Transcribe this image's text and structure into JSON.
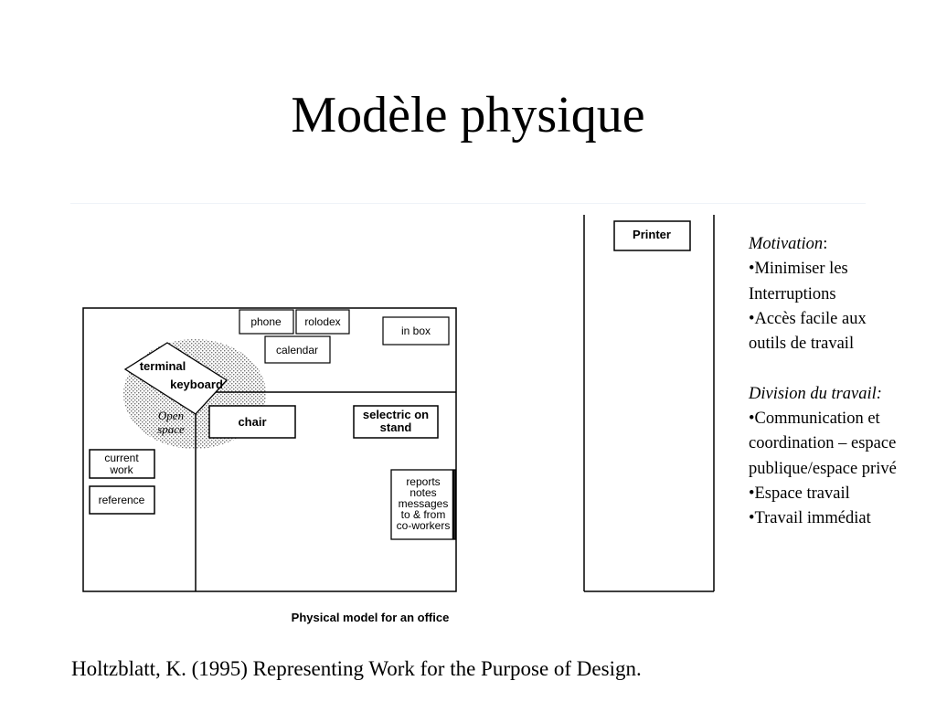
{
  "slide": {
    "title": "Modèle physique",
    "citation": "Holtzblatt, K.  (1995)  Representing Work for the Purpose of Design."
  },
  "diagram": {
    "labels": {
      "printer": "Printer",
      "phone": "phone",
      "rolodex": "rolodex",
      "calendar": "calendar",
      "inbox": "in box",
      "terminal": "terminal",
      "keyboard": "keyboard",
      "open_space_1": "Open",
      "open_space_2": "space",
      "chair": "chair",
      "selectric_1": "selectric on",
      "selectric_2": "stand",
      "current_work_1": "current",
      "current_work_2": "work",
      "reference": "reference",
      "reports_1": "reports",
      "reports_2": "notes",
      "reports_3": "messages",
      "reports_4": "to & from",
      "reports_5": "co-workers",
      "caption": "Physical model for an office"
    }
  },
  "notes": {
    "motivation_heading": "Motivation",
    "motivation_colon": ":",
    "motivation_items": [
      "•Minimiser les",
      "Interruptions",
      "•Accès facile aux",
      "outils de travail"
    ],
    "division_heading": "Division du travail:",
    "division_items": [
      "•Communication et",
      "coordination – espace",
      "publique/espace privé",
      "•Espace travail",
      "•Travail immédiat"
    ]
  }
}
